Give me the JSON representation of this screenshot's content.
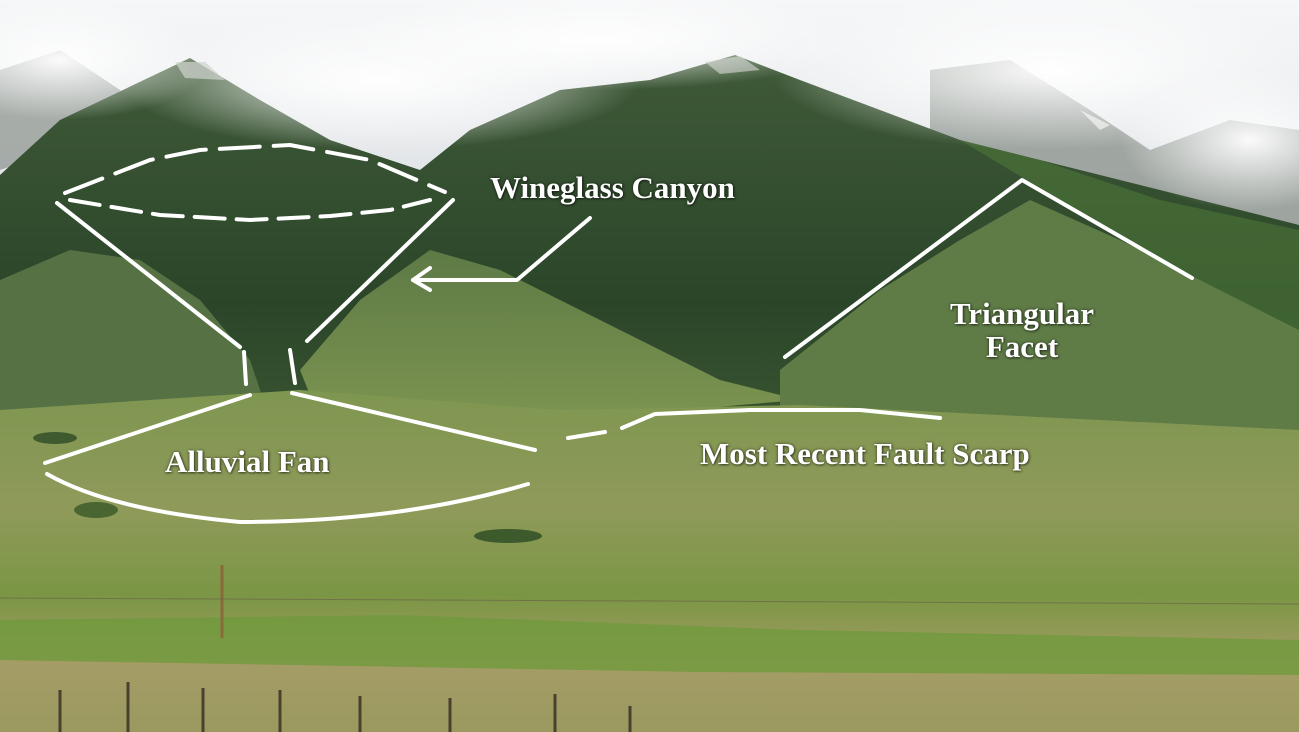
{
  "annotations": {
    "wineglass_canyon": "Wineglass Canyon",
    "triangular_facet_line1": "Triangular",
    "triangular_facet_line2": "Facet",
    "alluvial_fan": "Alluvial Fan",
    "fault_scarp": "Most Recent Fault Scarp"
  },
  "colors": {
    "annotation": "#ffffff",
    "sky": "#e9ecee",
    "cloud": "#f4f5f6",
    "mountain_dark": "#2e4a2c",
    "mountain_mid": "#4c6a3c",
    "foothill": "#6c8450",
    "plain_green": "#7f9a48",
    "plain_tan": "#a29a64"
  }
}
